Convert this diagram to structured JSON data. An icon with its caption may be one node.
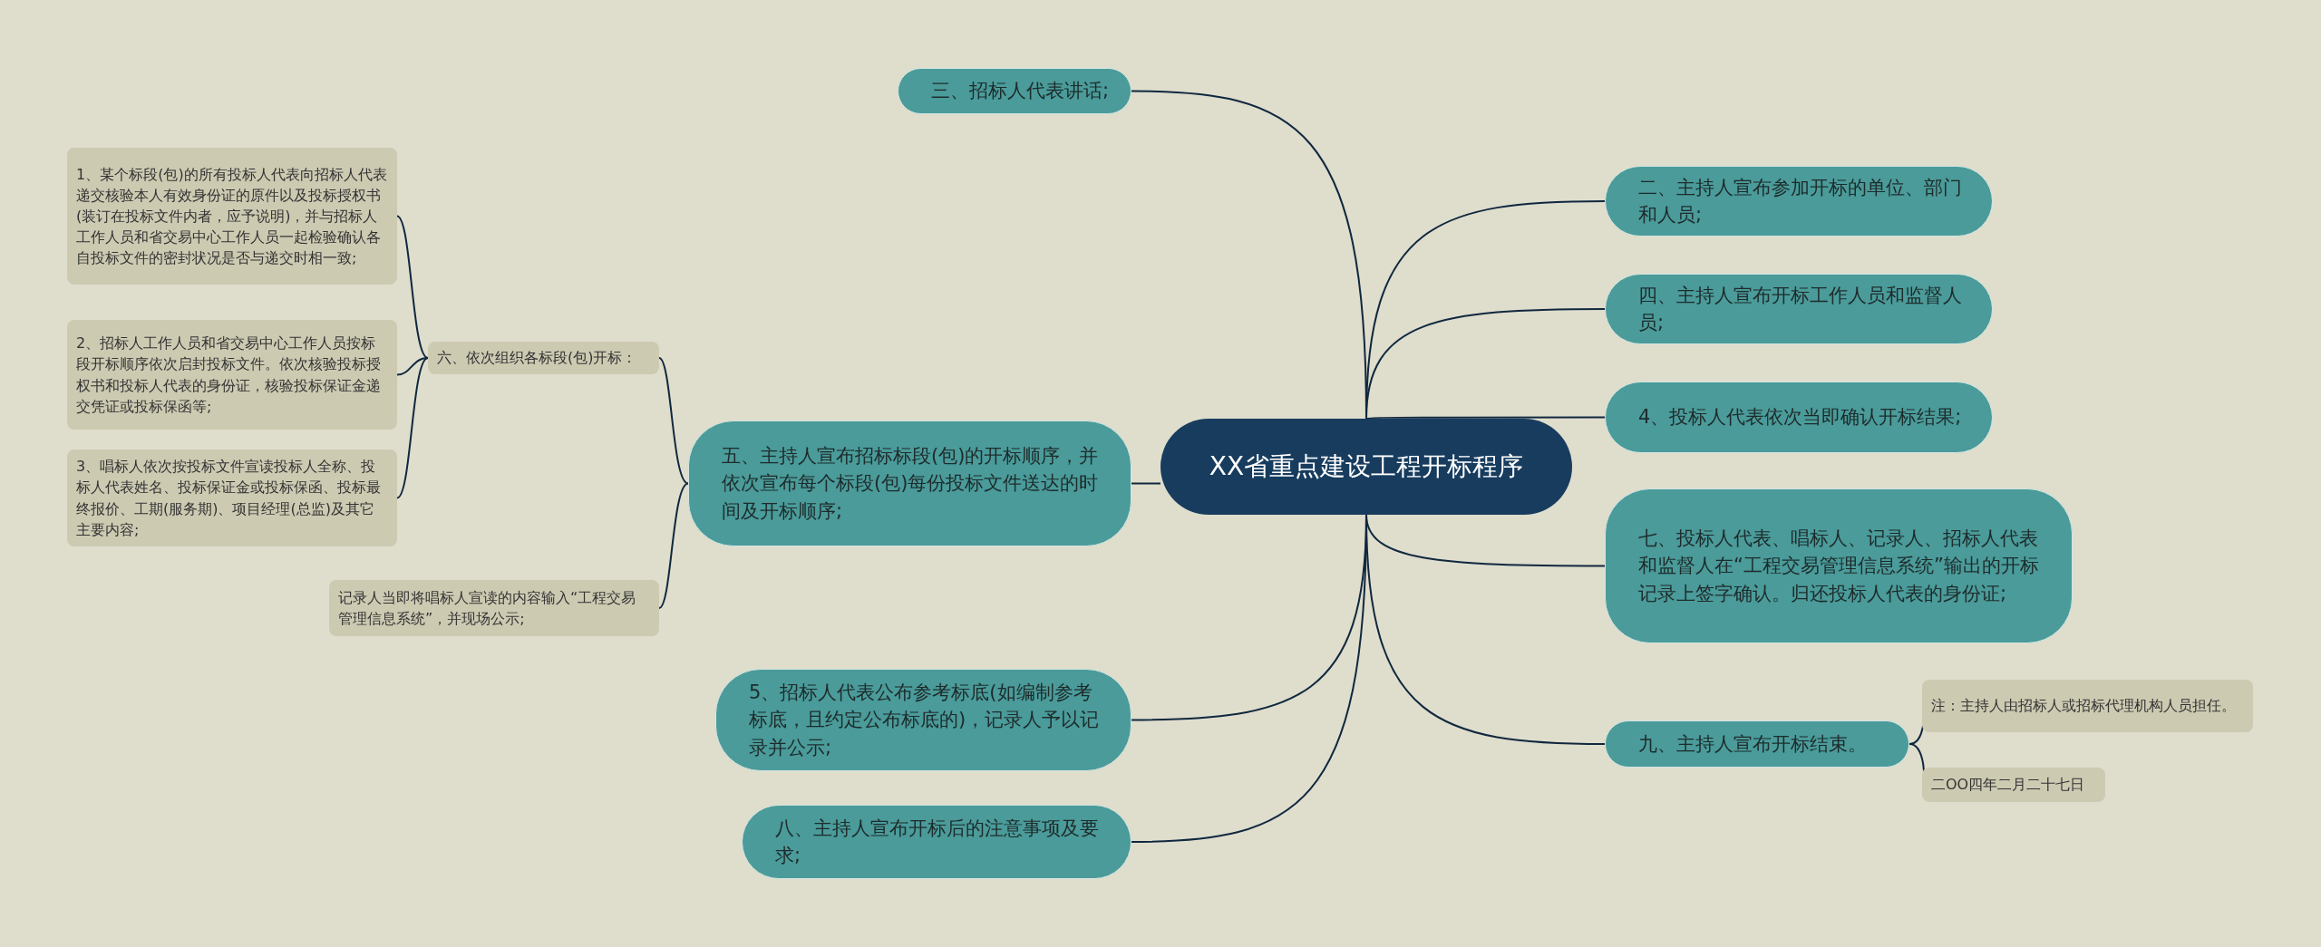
{
  "diagram": {
    "nodes": [
      {
        "text": [
          "XX省重点建设工程开标程序"
        ]
      },
      {
        "text": [
          "三、招标人代表讲话;"
        ]
      },
      {
        "text": [
          "二、主持人宣布参加开标的单位、部门和人员;"
        ]
      },
      {
        "text": [
          "四、主持人宣布开标工作人员和监督人员;"
        ]
      },
      {
        "text": [
          "4、投标人代表依次当即确认开标结果;"
        ]
      },
      {
        "text": [
          "七、投标人代表、唱标人、记录人、招标人代表和监督人在“工程交易管理信息系统”输出的开标记录上签字确认。归还投标人代表的身份证;"
        ]
      },
      {
        "text": [
          "九、主持人宣布开标结束。"
        ]
      },
      {
        "text": [
          "注：主持人由招标人或招标代理机构人员担任。"
        ]
      },
      {
        "text": [
          "二OO四年二月二十七日"
        ]
      },
      {
        "text": [
          "五、主持人宣布招标标段(包)的开标顺序，并依次宣布每个标段(包)每份投标文件送达的时间及开标顺序;"
        ]
      },
      {
        "text": [
          "六、依次组织各标段(包)开标："
        ]
      },
      {
        "text": [
          "1、某个标段(包)的所有投标人代表向招标人代表递交核验本人有效身份证的原件以及投标授权书(装订在投标文件内者，应予说明)，并与招标人工作人员和省交易中心工作人员一起检验确认各自投标文件的密封状况是否与递交时相一致;"
        ]
      },
      {
        "text": [
          "2、招标人工作人员和省交易中心工作人员按标段开标顺序依次启封投标文件。依次核验投标授权书和投标人代表的身份证，核验投标保证金递交凭证或投标保函等;"
        ]
      },
      {
        "text": [
          "3、唱标人依次按投标文件宣读投标人全称、投标人代表姓名、投标保证金或投标保函、投标最终报价、工期(服务期)、项目经理(总监)及其它主要内容;"
        ]
      },
      {
        "text": [
          "记录人当即将唱标人宣读的内容输入“工程交易管理信息系统”，并现场公示;"
        ]
      },
      {
        "text": [
          "5、招标人代表公布参考标底(如编制参考标底，且约定公布标底的)，记录人予以记录并公示;"
        ]
      },
      {
        "text": [
          "八、主持人宣布开标后的注意事项及要求;"
        ]
      }
    ],
    "edges": [
      {
        "from": 0,
        "to": 1,
        "arrow": "none"
      },
      {
        "from": 0,
        "to": 2,
        "arrow": "none"
      },
      {
        "from": 0,
        "to": 3,
        "arrow": "none"
      },
      {
        "from": 0,
        "to": 4,
        "arrow": "none"
      },
      {
        "from": 0,
        "to": 5,
        "arrow": "none"
      },
      {
        "from": 0,
        "to": 6,
        "arrow": "none"
      },
      {
        "from": 6,
        "to": 7,
        "arrow": "none"
      },
      {
        "from": 6,
        "to": 8,
        "arrow": "none"
      },
      {
        "from": 0,
        "to": 9,
        "arrow": "none"
      },
      {
        "from": 9,
        "to": 10,
        "arrow": "none"
      },
      {
        "from": 10,
        "to": 11,
        "arrow": "none"
      },
      {
        "from": 10,
        "to": 12,
        "arrow": "none"
      },
      {
        "from": 10,
        "to": 13,
        "arrow": "none"
      },
      {
        "from": 9,
        "to": 14,
        "arrow": "none"
      },
      {
        "from": 0,
        "to": 15,
        "arrow": "none"
      },
      {
        "from": 0,
        "to": 16,
        "arrow": "none"
      }
    ]
  }
}
